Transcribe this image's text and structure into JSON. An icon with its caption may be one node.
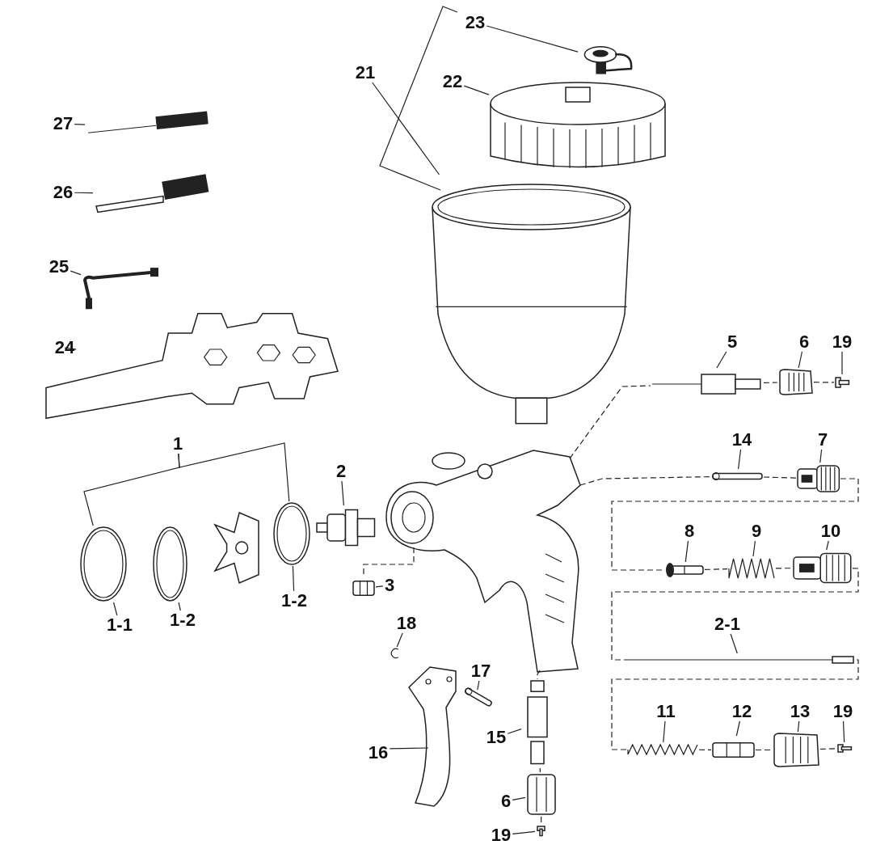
{
  "diagram": {
    "nodes": [
      {
        "text": [
          "23"
        ]
      },
      {
        "text": [
          "21"
        ]
      },
      {
        "text": [
          "22"
        ]
      },
      {
        "text": [
          "27"
        ]
      },
      {
        "text": [
          "26"
        ]
      },
      {
        "text": [
          "25"
        ]
      },
      {
        "text": [
          "24"
        ]
      },
      {
        "text": [
          "1"
        ]
      },
      {
        "text": [
          "2"
        ]
      },
      {
        "text": [
          "5"
        ]
      },
      {
        "text": [
          "6"
        ]
      },
      {
        "text": [
          "19"
        ]
      },
      {
        "text": [
          "14"
        ]
      },
      {
        "text": [
          "7"
        ]
      },
      {
        "text": [
          "8"
        ]
      },
      {
        "text": [
          "9"
        ]
      },
      {
        "text": [
          "10"
        ]
      },
      {
        "text": [
          "3"
        ]
      },
      {
        "text": [
          "1-1"
        ]
      },
      {
        "text": [
          "1-2"
        ]
      },
      {
        "text": [
          "1-2"
        ]
      },
      {
        "text": [
          "2-1"
        ]
      },
      {
        "text": [
          "18"
        ]
      },
      {
        "text": [
          "17"
        ]
      },
      {
        "text": [
          "11"
        ]
      },
      {
        "text": [
          "12"
        ]
      },
      {
        "text": [
          "13"
        ]
      },
      {
        "text": [
          "19"
        ]
      },
      {
        "text": [
          "15"
        ]
      },
      {
        "text": [
          "16"
        ]
      },
      {
        "text": [
          "6"
        ]
      },
      {
        "text": [
          "19"
        ]
      },
      {
        "text": [],
        "shape": "picture"
      },
      {
        "text": [],
        "shape": "picture"
      },
      {
        "text": [],
        "shape": "picture"
      },
      {
        "text": [],
        "shape": "picture"
      },
      {
        "text": [],
        "shape": "picture"
      },
      {
        "text": [],
        "shape": "picture"
      },
      {
        "text": [],
        "shape": "picture"
      },
      {
        "text": [],
        "shape": "picture"
      },
      {
        "text": [],
        "shape": "picture"
      },
      {
        "text": [],
        "shape": "picture"
      },
      {
        "text": [],
        "shape": "picture"
      },
      {
        "text": [],
        "shape": "picture"
      },
      {
        "text": [],
        "shape": "picture"
      },
      {
        "text": [],
        "shape": "picture"
      },
      {
        "text": [],
        "shape": "picture"
      },
      {
        "text": [],
        "shape": "picture"
      },
      {
        "text": [],
        "shape": "picture"
      },
      {
        "text": [],
        "shape": "picture"
      },
      {
        "text": [],
        "shape": "picture"
      },
      {
        "text": [],
        "shape": "picture"
      },
      {
        "text": [],
        "shape": "picture"
      },
      {
        "text": [],
        "shape": "picture"
      },
      {
        "text": [],
        "shape": "picture"
      },
      {
        "text": [],
        "shape": "picture"
      },
      {
        "text": [],
        "shape": "picture"
      },
      {
        "text": [],
        "shape": "picture"
      },
      {
        "text": [],
        "shape": "picture"
      },
      {
        "text": [],
        "shape": "picture"
      },
      {
        "text": [],
        "shape": "picture"
      },
      {
        "text": [],
        "shape": "picture"
      },
      {
        "text": [],
        "shape": "picture"
      },
      {
        "text": [],
        "shape": "picture"
      },
      {
        "text": [],
        "shape": "picture"
      }
    ],
    "edges": [
      {
        "from": 0,
        "to": 32,
        "arrow": "none"
      },
      {
        "from": 1,
        "to": 34,
        "arrow": "none"
      },
      {
        "from": 2,
        "to": 33,
        "arrow": "none"
      },
      {
        "from": 3,
        "to": 35,
        "arrow": "none"
      },
      {
        "from": 4,
        "to": 36,
        "arrow": "none"
      },
      {
        "from": 5,
        "to": 37,
        "arrow": "none"
      },
      {
        "from": 6,
        "to": 38,
        "arrow": "none"
      },
      {
        "from": 7,
        "to": 39,
        "arrow": "none"
      },
      {
        "from": 7,
        "to": 42,
        "arrow": "none"
      },
      {
        "from": 8,
        "to": 43,
        "arrow": "none"
      },
      {
        "from": 9,
        "to": 46,
        "arrow": "none"
      },
      {
        "from": 10,
        "to": 47,
        "arrow": "none"
      },
      {
        "from": 11,
        "to": 48,
        "arrow": "none"
      },
      {
        "from": 12,
        "to": 49,
        "arrow": "none"
      },
      {
        "from": 13,
        "to": 50,
        "arrow": "none"
      },
      {
        "from": 14,
        "to": 51,
        "arrow": "none"
      },
      {
        "from": 15,
        "to": 52,
        "arrow": "none"
      },
      {
        "from": 16,
        "to": 53,
        "arrow": "none"
      },
      {
        "from": 17,
        "to": 45,
        "arrow": "none"
      },
      {
        "from": 18,
        "to": 39,
        "arrow": "none"
      },
      {
        "from": 19,
        "to": 40,
        "arrow": "none"
      },
      {
        "from": 20,
        "to": 42,
        "arrow": "none"
      },
      {
        "from": 21,
        "to": 54,
        "arrow": "none"
      },
      {
        "from": 22,
        "to": 60,
        "arrow": "none"
      },
      {
        "from": 23,
        "to": 59,
        "arrow": "none"
      },
      {
        "from": 24,
        "to": 55,
        "arrow": "none"
      },
      {
        "from": 25,
        "to": 56,
        "arrow": "none"
      },
      {
        "from": 26,
        "to": 57,
        "arrow": "none"
      },
      {
        "from": 27,
        "to": 58,
        "arrow": "none"
      },
      {
        "from": 28,
        "to": 62,
        "arrow": "none"
      },
      {
        "from": 29,
        "to": 61,
        "arrow": "none"
      },
      {
        "from": 30,
        "to": 63,
        "arrow": "none"
      },
      {
        "from": 31,
        "to": 64,
        "arrow": "none"
      },
      {
        "from": 44,
        "to": 46,
        "arrow": "none",
        "style": "dashed"
      },
      {
        "from": 46,
        "to": 47,
        "arrow": "none",
        "style": "dashed"
      },
      {
        "from": 47,
        "to": 48,
        "arrow": "none",
        "style": "dashed"
      },
      {
        "from": 44,
        "to": 49,
        "arrow": "none",
        "style": "dashed"
      },
      {
        "from": 49,
        "to": 50,
        "arrow": "none",
        "style": "dashed"
      },
      {
        "from": 50,
        "to": 51,
        "arrow": "none",
        "style": "dashed"
      },
      {
        "from": 51,
        "to": 52,
        "arrow": "none",
        "style": "dashed"
      },
      {
        "from": 52,
        "to": 53,
        "arrow": "none",
        "style": "dashed"
      },
      {
        "from": 53,
        "to": 54,
        "arrow": "none",
        "style": "dashed"
      },
      {
        "from": 54,
        "to": 55,
        "arrow": "none",
        "style": "dashed"
      },
      {
        "from": 55,
        "to": 56,
        "arrow": "none",
        "style": "dashed"
      },
      {
        "from": 56,
        "to": 57,
        "arrow": "none",
        "style": "dashed"
      },
      {
        "from": 57,
        "to": 58,
        "arrow": "none",
        "style": "dashed"
      },
      {
        "from": 45,
        "to": 44,
        "arrow": "none",
        "style": "dashed"
      },
      {
        "from": 44,
        "to": 62,
        "arrow": "none",
        "style": "dashed"
      },
      {
        "from": 62,
        "to": 63,
        "arrow": "none",
        "style": "dashed"
      },
      {
        "from": 63,
        "to": 64,
        "arrow": "none",
        "style": "dashed"
      }
    ]
  }
}
